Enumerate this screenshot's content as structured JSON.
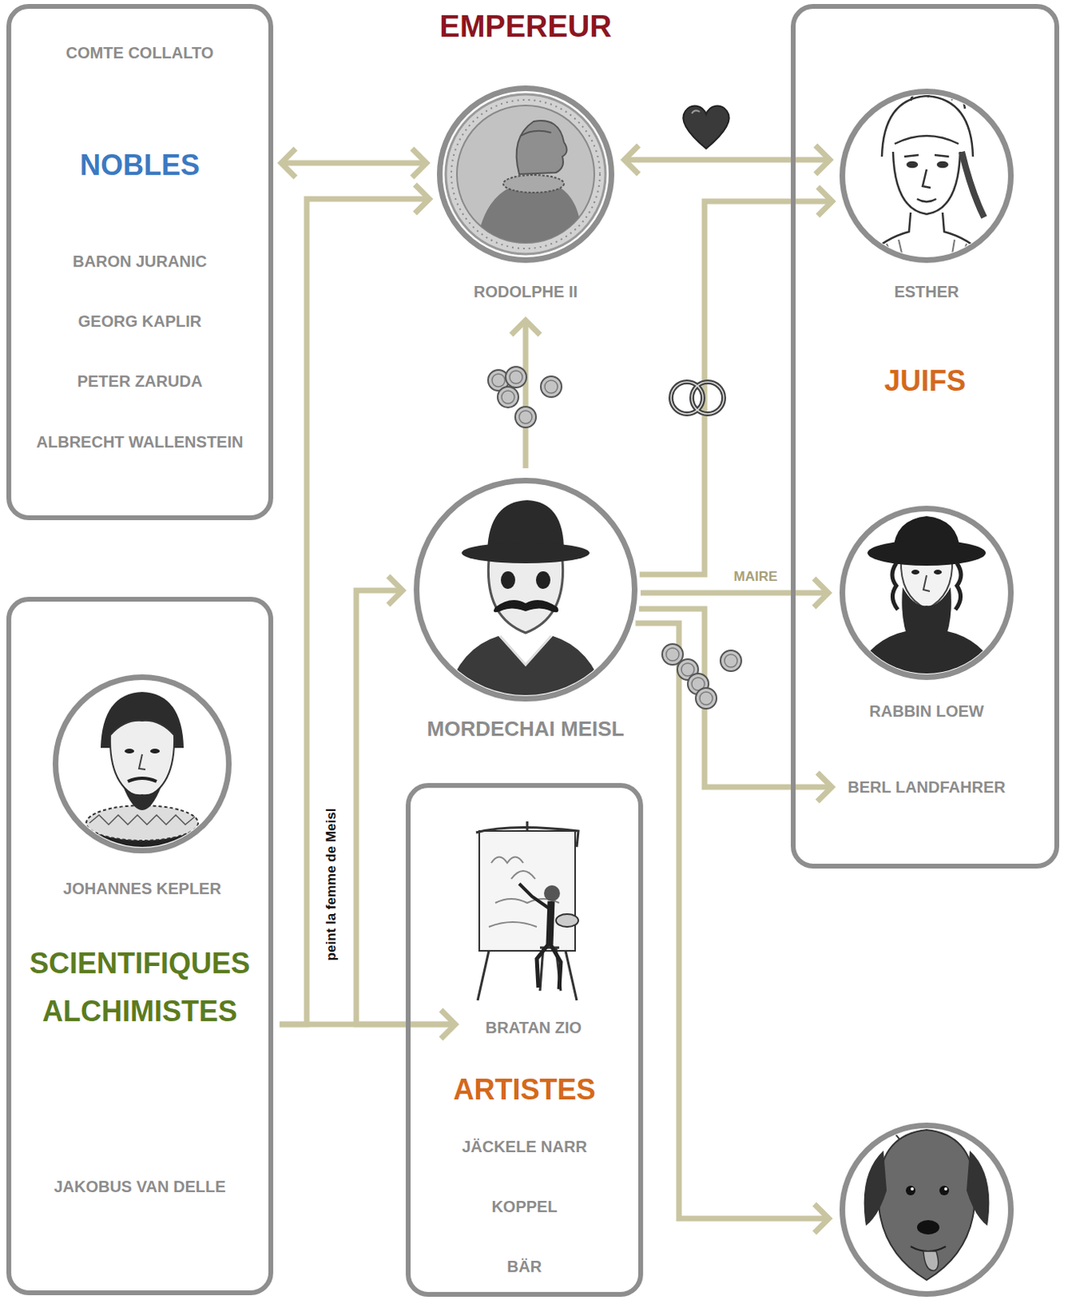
{
  "diagram": {
    "nodes": [
      {
        "text": [
          "COMTE COLLALTO",
          "NOBLES",
          "BARON JURANIC",
          "GEORG KAPLIR",
          "PETER ZARUDA",
          "ALBRECHT WALLENSTEIN"
        ]
      },
      {
        "text": [
          "EMPEREUR",
          "RODOLPHE II"
        ]
      },
      {
        "text": [
          "JUIFS"
        ]
      },
      {
        "text": [
          "ESTHER"
        ],
        "in": 2
      },
      {
        "text": [
          "RABBIN LOEW"
        ],
        "in": 2
      },
      {
        "text": [
          "BERL LANDFAHRER"
        ],
        "in": 2
      },
      {
        "text": [
          "MORDECHAI MEISL"
        ]
      },
      {
        "text": [
          "SCIENTIFIQUES ALCHIMISTES",
          "JAKOBUS VAN DELLE"
        ]
      },
      {
        "text": [
          "JOHANNES KEPLER"
        ],
        "in": 7
      },
      {
        "text": [
          "ARTISTES",
          "JÄCKELE NARR",
          "KOPPEL",
          "BÄR"
        ]
      },
      {
        "text": [
          "BRATAN ZIO"
        ],
        "in": 9
      },
      {
        "text": []
      }
    ],
    "edges": [
      {
        "from": 0,
        "to": 1,
        "arrow": "both"
      },
      {
        "from": 1,
        "to": 3,
        "arrow": "both"
      },
      {
        "from": 6,
        "to": 1,
        "arrow": "to"
      },
      {
        "from": 6,
        "to": 3,
        "arrow": "to"
      },
      {
        "from": 6,
        "to": 4,
        "label": "MAIRE",
        "arrow": "to"
      },
      {
        "from": 6,
        "to": 5,
        "arrow": "to"
      },
      {
        "from": 6,
        "to": 11,
        "arrow": "to"
      },
      {
        "from": 7,
        "to": 1,
        "arrow": "to"
      },
      {
        "from": 7,
        "to": 10,
        "arrow": "to"
      },
      {
        "from": 10,
        "to": 6,
        "label": "peint la femme de Meisl",
        "arrow": "to"
      }
    ]
  }
}
